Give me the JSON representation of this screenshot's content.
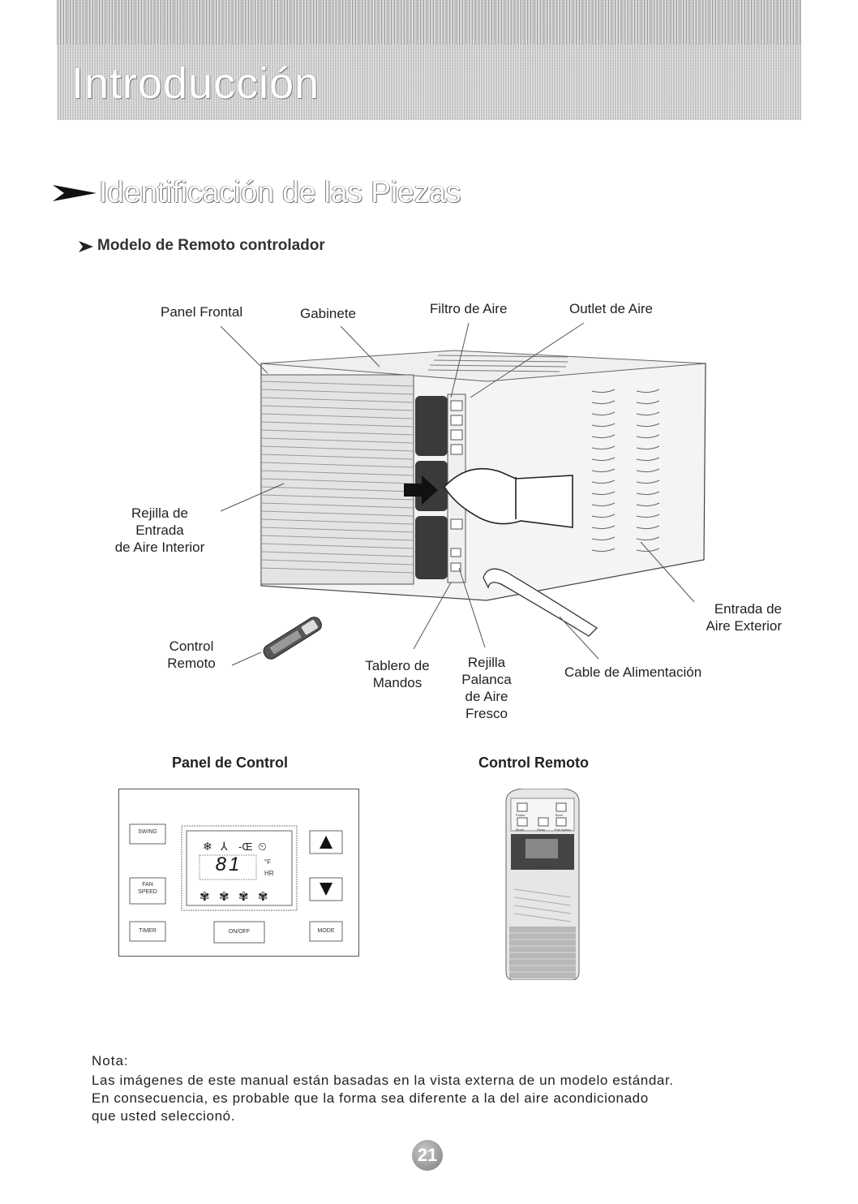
{
  "header": {
    "title": "Introducción"
  },
  "section": {
    "title": "Identificación de las Piezas"
  },
  "subsection": {
    "title": "Modelo de Remoto controlador"
  },
  "diagram_labels": {
    "panel_frontal": "Panel Frontal",
    "gabinete": "Gabinete",
    "filtro_de_aire": "Filtro de Aire",
    "outlet_de_aire": "Outlet de Aire",
    "rejilla_entrada": [
      "Rejilla de",
      "Entrada",
      "de Aire Interior"
    ],
    "entrada_aire_exterior": [
      "Entrada de",
      "Aire Exterior"
    ],
    "control_remoto": [
      "Control",
      "Remoto"
    ],
    "tablero_mandos": [
      "Tablero de",
      "Mandos"
    ],
    "rejilla_palanca": [
      "Rejilla",
      "Palanca",
      "de Aire",
      "Fresco"
    ],
    "cable_alimentacion": "Cable de Alimentación"
  },
  "panel_control": {
    "heading": "Panel de Control",
    "buttons": {
      "swing": "SWING",
      "fan_speed": [
        "FAN",
        "SPEED"
      ],
      "timer": "TIMER",
      "on_off": "ON/OFF",
      "mode": "MODE"
    },
    "display": {
      "digits": "81",
      "unit_f": "°F",
      "unit_hr": "HR"
    }
  },
  "control_remoto": {
    "heading": "Control Remoto",
    "remote_labels": [
      "Power",
      "Timer",
      "Mode",
      "Sleep",
      "Fan Speed",
      "Temp/Time"
    ]
  },
  "note": {
    "heading": "Nota:",
    "lines": [
      "Las imágenes de este manual están basadas en la vista externa de un modelo estándar.",
      "En consecuencia, es probable que la forma sea diferente a la del aire acondicionado",
      "que usted seleccionó."
    ]
  },
  "page": {
    "number": "21"
  }
}
